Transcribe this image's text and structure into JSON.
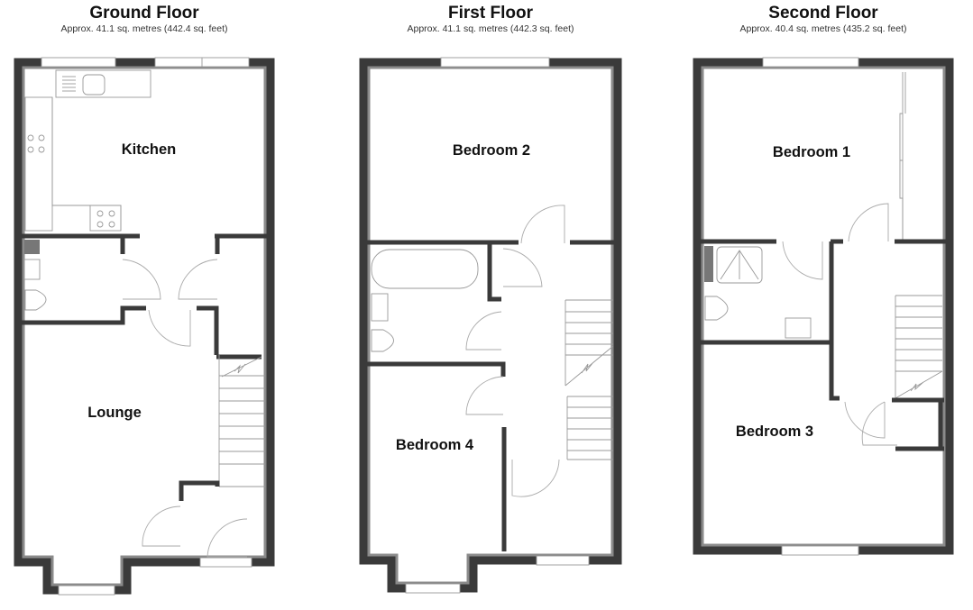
{
  "floors": [
    {
      "title": "Ground Floor",
      "area": "Approx. 41.1 sq. metres (442.4 sq. feet)",
      "rooms": [
        {
          "label": "Kitchen"
        },
        {
          "label": "Lounge"
        }
      ]
    },
    {
      "title": "First Floor",
      "area": "Approx. 41.1 sq. metres (442.3 sq. feet)",
      "rooms": [
        {
          "label": "Bedroom 2"
        },
        {
          "label": "Bedroom 4"
        }
      ]
    },
    {
      "title": "Second Floor",
      "area": "Approx. 40.4 sq. metres (435.2 sq. feet)",
      "rooms": [
        {
          "label": "Bedroom 1"
        },
        {
          "label": "Bedroom 3"
        }
      ]
    }
  ],
  "colors": {
    "wall": "#3a3a3a",
    "wall_highlight": "#8a8a8a",
    "fixture_line": "#999999",
    "background": "#ffffff"
  }
}
